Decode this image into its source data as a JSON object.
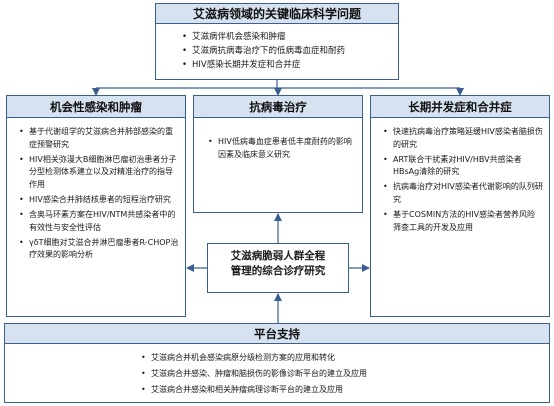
{
  "top": {
    "title": "艾滋病领域的关键临床科学问题",
    "items": [
      "艾滋病伴机会感染和肿瘤",
      "艾滋病抗病毒治疗下的低病毒血症和耐药",
      "HIV感染长期并发症和合并症"
    ]
  },
  "left": {
    "title": "机会性感染和肿瘤",
    "items": [
      "基于代谢组学的艾滋病合并肺部感染的重症预警研究",
      "HIV相关弥漫大B细胞淋巴瘤初治患者分子分型检测体系建立以及对精准治疗的指导作用",
      "HIV感染合并肺结核患者的短程治疗研究",
      "含奥马环素方案在HIV/NTM共感染者中的有效性与安全性评估",
      "γδT细胞对艾滋合并淋巴瘤患者R-CHOP治疗效果的影响分析"
    ]
  },
  "middle": {
    "title": "抗病毒治疗",
    "items": [
      "HIV低病毒血症患者低丰度耐药的影响因素及临床意义研究"
    ]
  },
  "right": {
    "title": "长期并发症和合并症",
    "items": [
      "快速抗病毒治疗策略延缓HIV感染者脑损伤的研究",
      "ART联合干扰素对HIV/HBV共感染者HBsAg清除的研究",
      "抗病毒治疗对HIV感染者代谢影响的队列研究",
      "基于COSMIN方法的HIV感染者营养风险筛查工具的开发及应用"
    ]
  },
  "center": {
    "line1": "艾滋病脆弱人群全程",
    "line2": "管理的综合诊疗研究"
  },
  "bottom": {
    "title": "平台支持",
    "items": [
      "艾滋病合并机会感染病原分级检测方案的应用和转化",
      "艾滋病合并感染、肿瘤和脑损伤的影像诊断平台的建立及应用",
      "艾滋病合并感染和相关肿瘤病理诊断平台的建立及应用"
    ]
  },
  "colors": {
    "border": "#3a5f8f",
    "header_fill": "#d7e2f0"
  }
}
